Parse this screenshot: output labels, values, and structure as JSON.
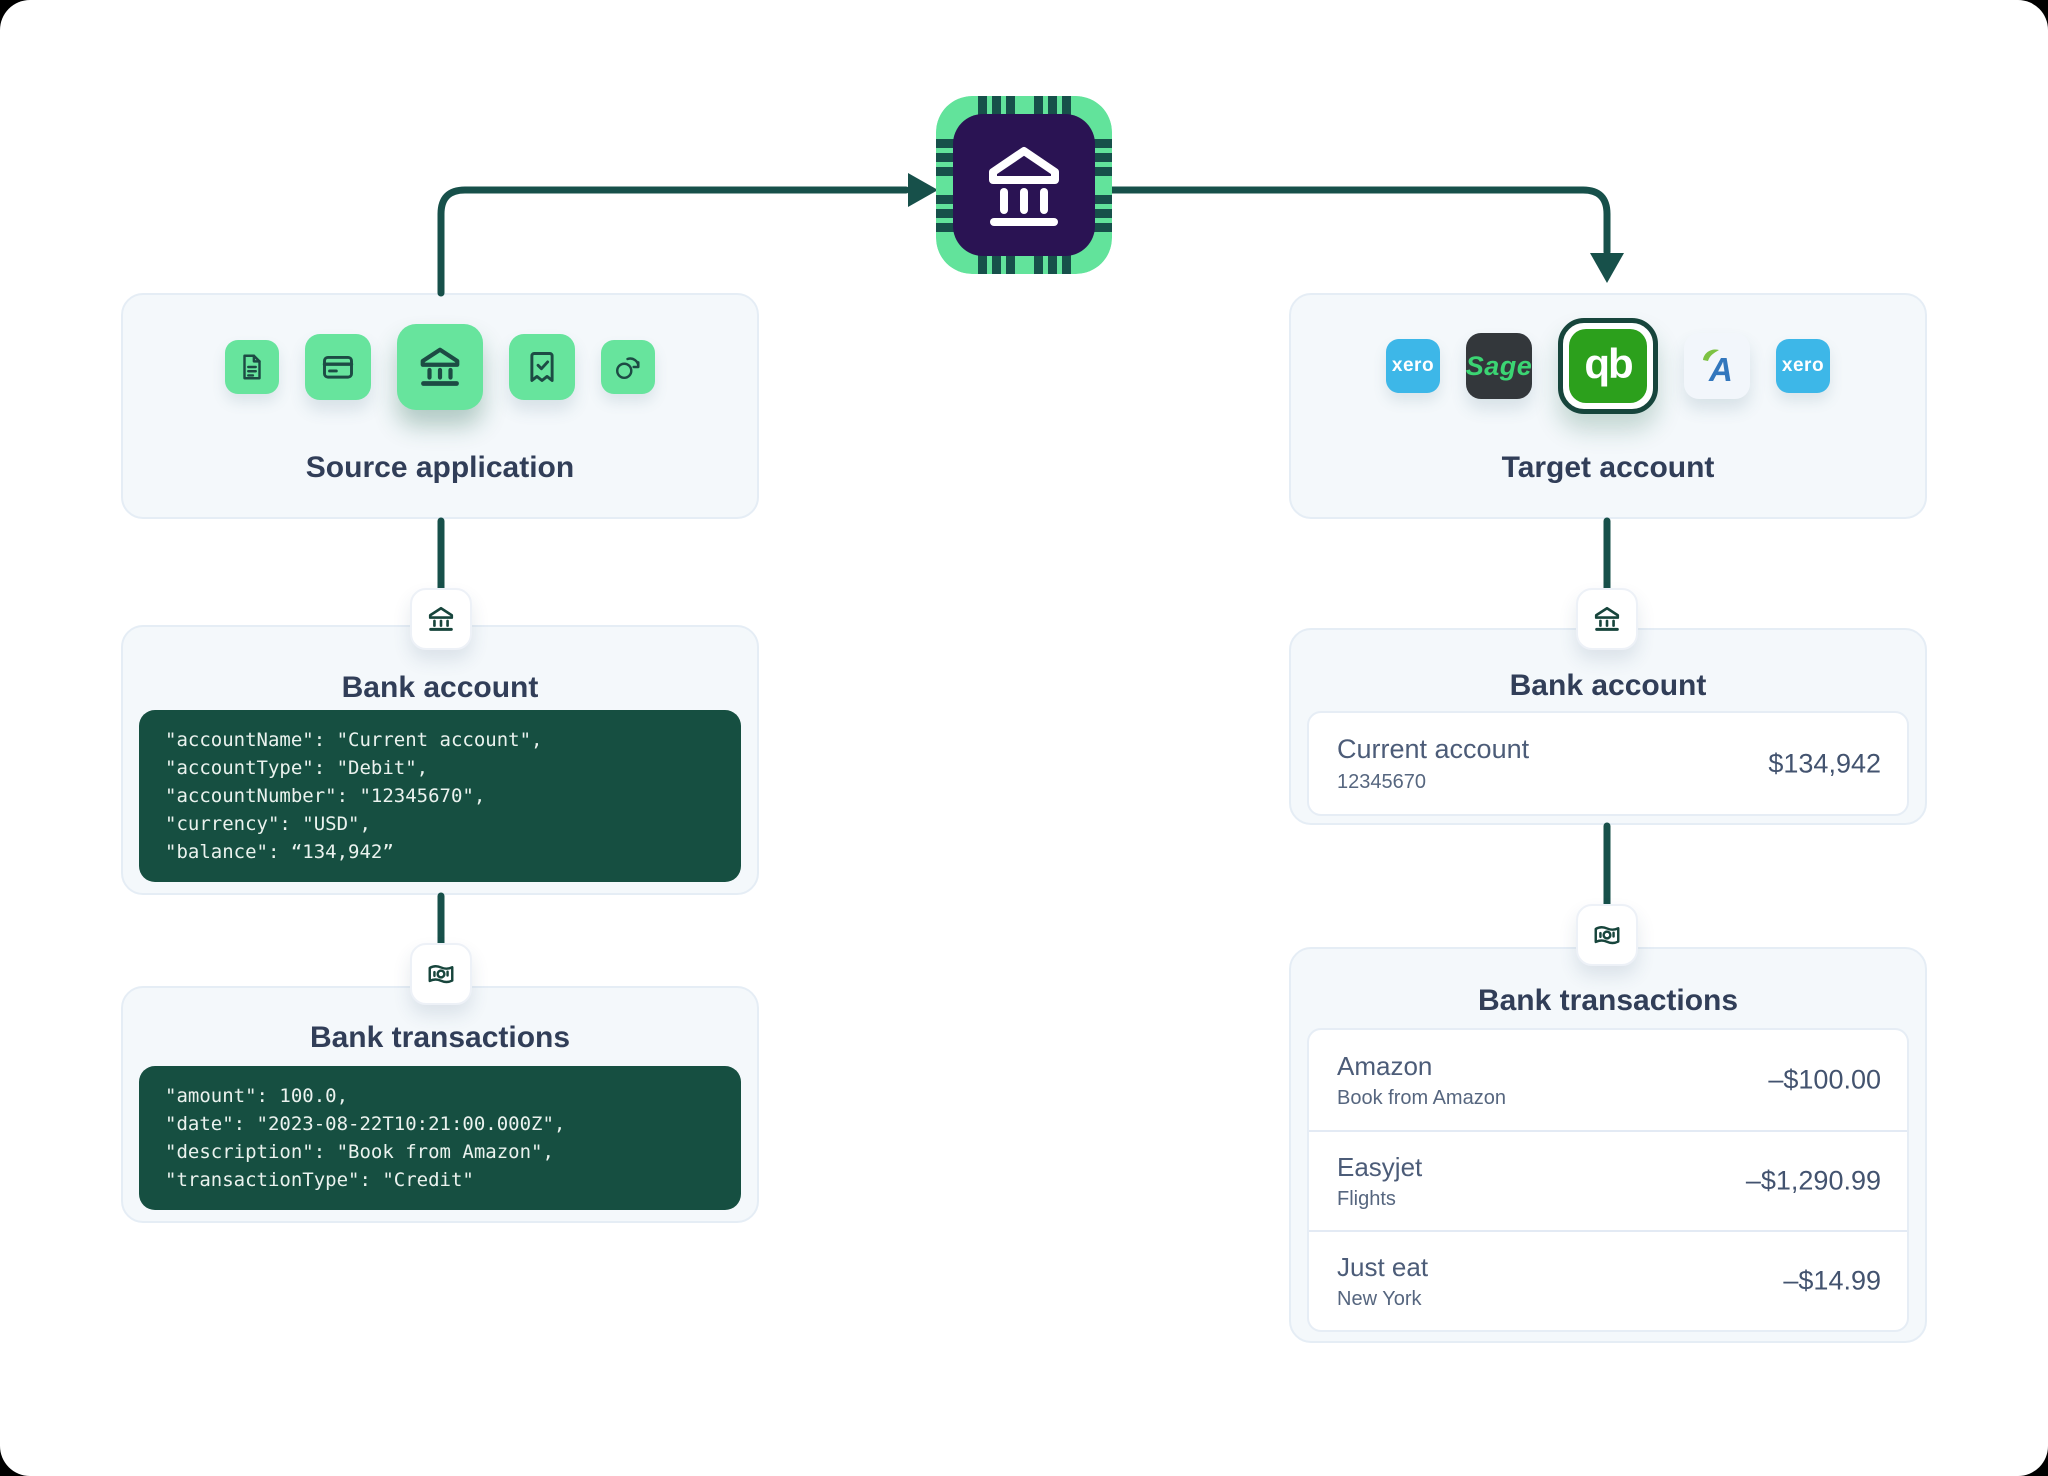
{
  "colors": {
    "accent_green": "#67E49D",
    "deep_teal": "#17504A",
    "code_background": "#164F41",
    "chip_purple": "#2A1353",
    "card_background": "#F4F8FB",
    "heading_text": "#313E58",
    "xero_blue": "#3DB7E8",
    "sage_green": "#3BD573",
    "quickbooks_green": "#2CA01C",
    "freeagent_blue": "#3377BD"
  },
  "hub": {
    "icon": "bank-chip-icon"
  },
  "source_panel": {
    "title": "Source application",
    "icons": [
      "document-icon",
      "credit-card-icon",
      "bank-icon",
      "receipt-check-icon",
      "sync-icon"
    ]
  },
  "target_panel": {
    "title": "Target account",
    "logos": [
      {
        "name": "xero",
        "label": "xero"
      },
      {
        "name": "sage",
        "label": "Sage"
      },
      {
        "name": "quickbooks",
        "label": "qb",
        "selected": true
      },
      {
        "name": "freeagent",
        "label": "A"
      },
      {
        "name": "xero",
        "label": "xero"
      }
    ]
  },
  "left_bank_account": {
    "badge_icon": "bank-icon",
    "title": "Bank account",
    "code_lines": [
      "\"accountName\": \"Current account\",",
      "\"accountType\": \"Debit\",",
      "\"accountNumber\": \"12345670\",",
      "\"currency\": \"USD\",",
      "\"balance\": “134,942”"
    ]
  },
  "left_bank_transactions": {
    "badge_icon": "banknote-icon",
    "title": "Bank transactions",
    "code_lines": [
      "\"amount\": 100.0,",
      "\"date\": \"2023-08-22T10:21:00.000Z\",",
      "\"description\": \"Book from Amazon\",",
      "\"transactionType\": \"Credit\""
    ]
  },
  "right_bank_account": {
    "badge_icon": "bank-icon",
    "title": "Bank account",
    "account_name": "Current account",
    "account_number": "12345670",
    "balance": "$134,942"
  },
  "right_bank_transactions": {
    "badge_icon": "banknote-icon",
    "title": "Bank transactions",
    "rows": [
      {
        "name": "Amazon",
        "description": "Book from Amazon",
        "amount": "–$100.00"
      },
      {
        "name": "Easyjet",
        "description": "Flights",
        "amount": "–$1,290.99"
      },
      {
        "name": "Just eat",
        "description": "New York",
        "amount": "–$14.99"
      }
    ]
  }
}
